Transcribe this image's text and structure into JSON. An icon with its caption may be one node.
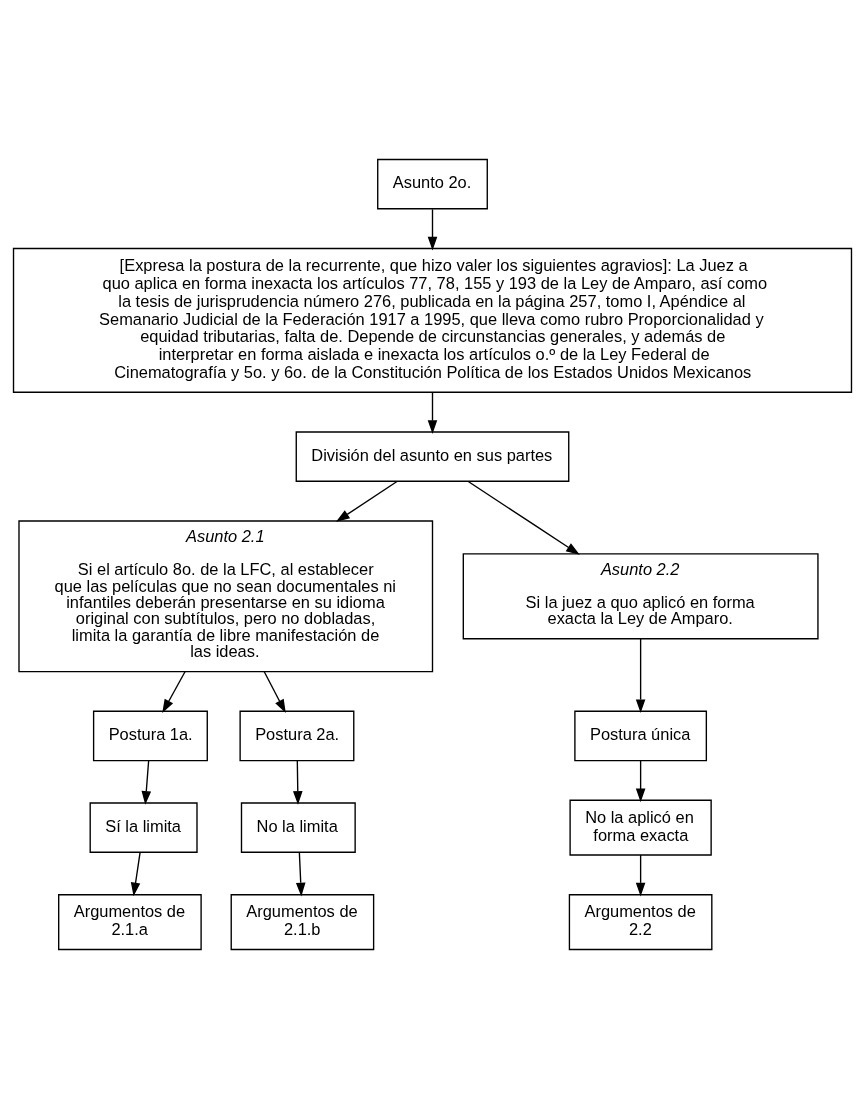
{
  "diagram": {
    "nodes": [
      {
        "text": [
          "Asunto 2o."
        ]
      },
      {
        "text": [
          "[Expresa la postura de la recurrente, que hizo valer los siguientes agravios]: La Juez a quo aplica en forma inexacta los artículos 77, 78, 155 y 193 de la Ley de Amparo, así como la tesis de jurisprudencia número 276, publicada en la página 257, tomo I, Apéndice al Semanario Judicial de la Federación 1917 a 1995, que lleva como rubro Proporcionalidad y equidad tributarias, falta de. Depende de circunstancias generales, y además de interpretar en forma aislada e inexacta los artículos o.º de la Ley Federal de Cinematografía y 5o. y 6o. de la Constitución Política de los Estados Unidos Mexicanos"
        ]
      },
      {
        "text": [
          "División del asunto en sus partes"
        ]
      },
      {
        "text": [
          "Asunto 2.1",
          "Si el artículo 8o. de la LFC, al establecer que las películas que no sean documentales ni infantiles deberán presentarse en su idioma original con subtítulos, pero no dobladas, limita la garantía de libre manifestación de las ideas."
        ]
      },
      {
        "text": [
          "Asunto 2.2",
          "Si la juez a quo aplicó en forma exacta la Ley de Amparo."
        ]
      },
      {
        "text": [
          "Postura 1a."
        ]
      },
      {
        "text": [
          "Postura 2a."
        ]
      },
      {
        "text": [
          "Postura única"
        ]
      },
      {
        "text": [
          "Sí la limita"
        ]
      },
      {
        "text": [
          "No la limita"
        ]
      },
      {
        "text": [
          "No la aplicó en forma exacta"
        ]
      },
      {
        "text": [
          "Argumentos de 2.1.a"
        ]
      },
      {
        "text": [
          "Argumentos de 2.1.b"
        ]
      },
      {
        "text": [
          "Argumentos de 2.2"
        ]
      }
    ],
    "edges": [
      {
        "from": 0,
        "to": 1,
        "arrow": "to"
      },
      {
        "from": 1,
        "to": 2,
        "arrow": "to"
      },
      {
        "from": 2,
        "to": 3,
        "arrow": "to"
      },
      {
        "from": 2,
        "to": 4,
        "arrow": "to"
      },
      {
        "from": 3,
        "to": 5,
        "arrow": "to"
      },
      {
        "from": 3,
        "to": 6,
        "arrow": "to"
      },
      {
        "from": 4,
        "to": 7,
        "arrow": "to"
      },
      {
        "from": 5,
        "to": 8,
        "arrow": "to"
      },
      {
        "from": 6,
        "to": 9,
        "arrow": "to"
      },
      {
        "from": 7,
        "to": 10,
        "arrow": "to"
      },
      {
        "from": 8,
        "to": 11,
        "arrow": "to"
      },
      {
        "from": 9,
        "to": 12,
        "arrow": "to"
      },
      {
        "from": 10,
        "to": 13,
        "arrow": "to"
      }
    ]
  }
}
